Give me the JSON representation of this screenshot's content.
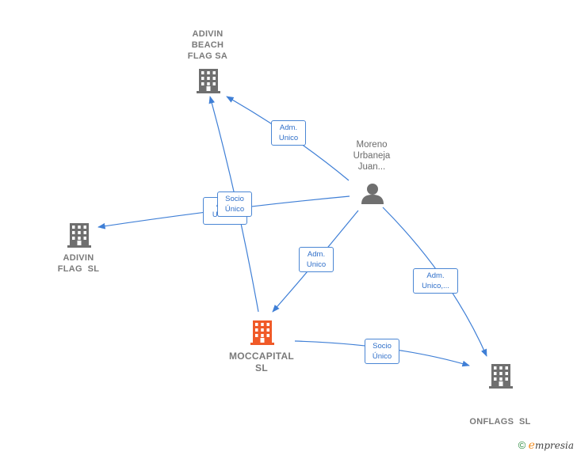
{
  "nodes": {
    "adivin_beach": {
      "label": [
        "ADIVIN",
        "BEACH",
        "FLAG SA"
      ],
      "icon": "building-icon",
      "color": "#6f6f6f"
    },
    "adivin_flag": {
      "label": [
        "ADIVIN",
        "FLAG  SL"
      ],
      "icon": "building-icon",
      "color": "#6f6f6f"
    },
    "moccapital": {
      "label": [
        "MOCCAPITAL",
        "SL"
      ],
      "icon": "building-icon",
      "color": "#f05a28"
    },
    "onflags": {
      "label": [
        "ONFLAGS  SL"
      ],
      "icon": "building-icon",
      "color": "#6f6f6f"
    },
    "person": {
      "label": [
        "Moreno",
        "Urbaneja",
        "Juan..."
      ],
      "icon": "person-icon",
      "color": "#6f6f6f"
    }
  },
  "edges": [
    {
      "id": "e1",
      "label": [
        "Adm.",
        "Unico"
      ]
    },
    {
      "id": "e2",
      "label": [
        "Adm.",
        "Unico..."
      ]
    },
    {
      "id": "e3",
      "label": [
        "Socio",
        "Único"
      ]
    },
    {
      "id": "e4",
      "label": [
        "Adm.",
        "Unico"
      ]
    },
    {
      "id": "e5",
      "label": [
        "Adm.",
        "Unico,..."
      ]
    },
    {
      "id": "e6",
      "label": [
        "Socio",
        "Único"
      ]
    }
  ],
  "colors": {
    "edge": "#3f7fd6",
    "edge_label_border": "#4a86d4",
    "edge_label_text": "#2f6fc9"
  },
  "brand": {
    "copyright": "©",
    "e": "e",
    "rest": "mpresia"
  }
}
